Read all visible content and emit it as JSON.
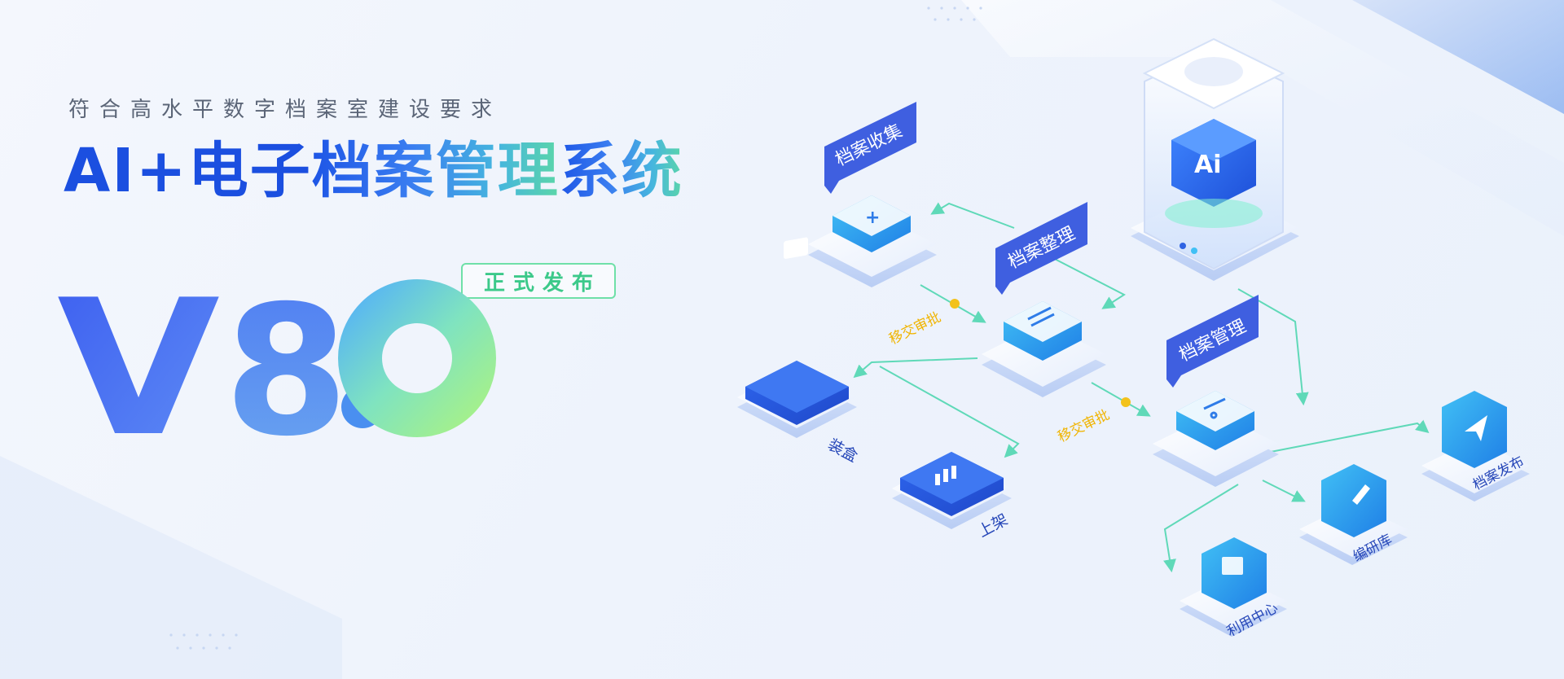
{
  "tagline": "符合高水平数字档案室建设要求",
  "title": {
    "part1": "AI+电子",
    "part2": "档案管理",
    "part3": "系统"
  },
  "version": {
    "v": "V",
    "major": "8",
    "minor": "0"
  },
  "release_badge": "正式发布",
  "server_label": "Ai",
  "nodes": {
    "collection": "档案收集",
    "organize": "档案整理",
    "manage": "档案管理",
    "boxing": "装盒",
    "shelving": "上架",
    "usage_center": "利用中心",
    "research": "编研库",
    "publish": "档案发布"
  },
  "flow_labels": {
    "transfer_1": "移交审批",
    "transfer_2": "移交审批"
  },
  "colors": {
    "brand_blue": "#1b4fe0",
    "accent_green": "#3cc98a",
    "flow_line": "#5fd9b8",
    "bubble": "#3f5fe0"
  }
}
